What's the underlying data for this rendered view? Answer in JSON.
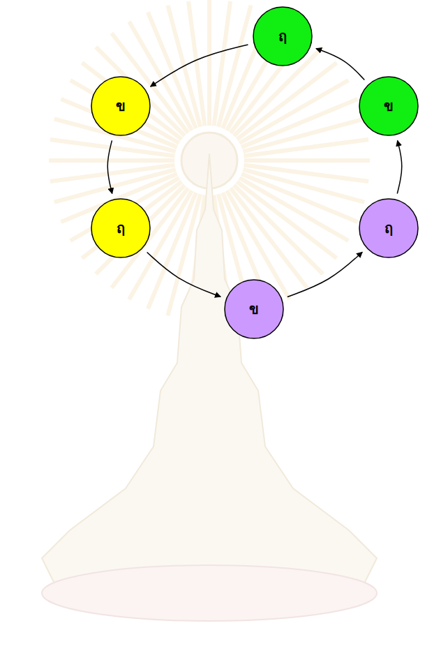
{
  "diagram": {
    "nodes": [
      {
        "text": [
          "ฤ"
        ]
      },
      {
        "text": [
          "ข"
        ]
      },
      {
        "text": [
          "ฤ"
        ]
      },
      {
        "text": [
          "ข"
        ]
      },
      {
        "text": [
          "ฤ"
        ]
      },
      {
        "text": [
          "ข"
        ]
      }
    ],
    "edges": [
      {
        "from": 0,
        "to": 1,
        "arrow": "to"
      },
      {
        "from": 1,
        "to": 2,
        "arrow": "to"
      },
      {
        "from": 2,
        "to": 3,
        "arrow": "to"
      },
      {
        "from": 3,
        "to": 4,
        "arrow": "to"
      },
      {
        "from": 4,
        "to": 5,
        "arrow": "to"
      },
      {
        "from": 5,
        "to": 0,
        "arrow": "to"
      }
    ]
  }
}
